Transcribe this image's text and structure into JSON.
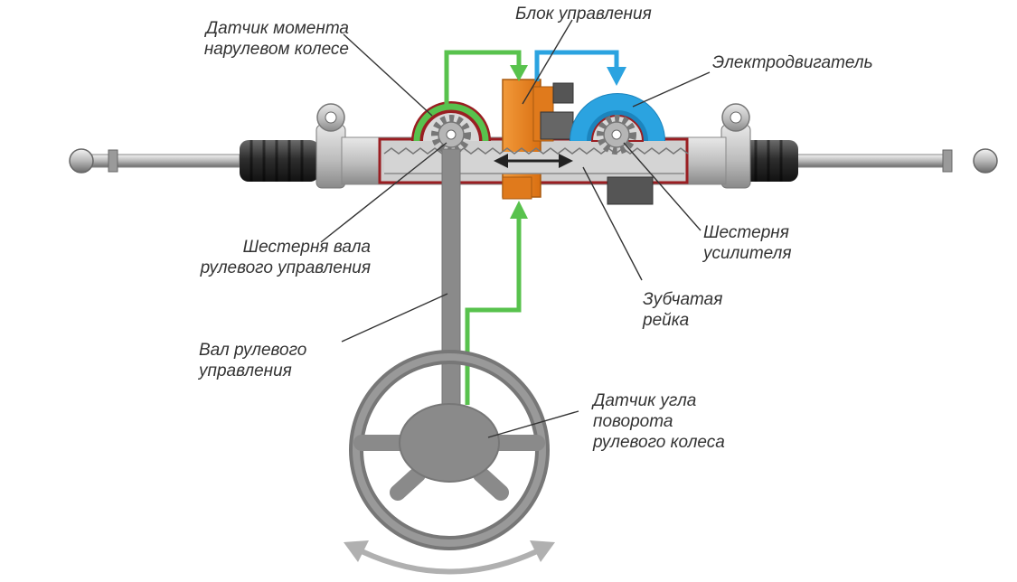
{
  "labels": {
    "torque_sensor": [
      "Датчик момента",
      "нарулевом колесе"
    ],
    "control_unit": [
      "Блок управления"
    ],
    "electric_motor": [
      "Электродвигатель"
    ],
    "steering_pinion": [
      "Шестерня вала",
      "рулевого управления"
    ],
    "assist_pinion": [
      "Шестерня",
      "усилителя"
    ],
    "rack": [
      "Зубчатая",
      "рейка"
    ],
    "steering_shaft": [
      "Вал рулевого",
      "управления"
    ],
    "angle_sensor": [
      "Датчик угла",
      "поворота",
      "рулевого колеса"
    ]
  },
  "colors": {
    "signal_green": "#58c24d",
    "motor_blue": "#2ba3e0",
    "control_orange": "#f08a2a",
    "housing_red": "#9a1e22",
    "steel_gray": "#8a8a8a",
    "dark_gray": "#555555",
    "text": "#333333"
  }
}
